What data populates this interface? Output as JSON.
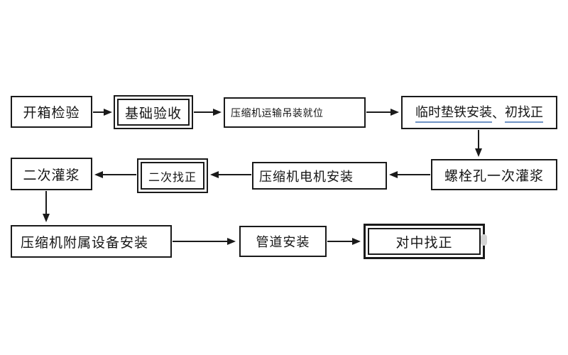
{
  "flowchart": {
    "description_visible_text_only": true,
    "nodes": [
      {
        "id": "unbox-inspection",
        "label": "开箱检验",
        "shape": "single"
      },
      {
        "id": "foundation-acceptance",
        "label": "基础验收",
        "shape": "double"
      },
      {
        "id": "transport-hoisting",
        "label": "压缩机运输吊装就位",
        "shape": "single"
      },
      {
        "id": "temp-pads-initial-align",
        "shape": "single",
        "parts": [
          {
            "text": "临时垫铁安装",
            "underline": true
          },
          {
            "text": "、",
            "underline": false
          },
          {
            "text": "初找正",
            "underline": true
          }
        ]
      },
      {
        "id": "bolt-hole-first-grouting",
        "label": "螺栓孔一次灌浆",
        "shape": "single"
      },
      {
        "id": "motor-installation",
        "label": "压缩机电机安装",
        "shape": "single"
      },
      {
        "id": "secondary-alignment",
        "label": "二次找正",
        "shape": "double"
      },
      {
        "id": "secondary-grouting",
        "label": "二次灌浆",
        "shape": "single"
      },
      {
        "id": "auxiliary-equipment",
        "label": "压缩机附属设备安装",
        "shape": "single"
      },
      {
        "id": "piping-installation",
        "label": "管道安装",
        "shape": "single"
      },
      {
        "id": "centering-alignment",
        "label": "对中找正",
        "shape": "double-thick"
      }
    ],
    "edges": [
      {
        "from": "unbox-inspection",
        "to": "foundation-acceptance",
        "direction": "right"
      },
      {
        "from": "foundation-acceptance",
        "to": "transport-hoisting",
        "direction": "right"
      },
      {
        "from": "transport-hoisting",
        "to": "temp-pads-initial-align",
        "direction": "right"
      },
      {
        "from": "temp-pads-initial-align",
        "to": "bolt-hole-first-grouting",
        "direction": "down"
      },
      {
        "from": "bolt-hole-first-grouting",
        "to": "motor-installation",
        "direction": "left"
      },
      {
        "from": "motor-installation",
        "to": "secondary-alignment",
        "direction": "left"
      },
      {
        "from": "secondary-alignment",
        "to": "secondary-grouting",
        "direction": "left"
      },
      {
        "from": "secondary-grouting",
        "to": "auxiliary-equipment",
        "direction": "down"
      },
      {
        "from": "auxiliary-equipment",
        "to": "piping-installation",
        "direction": "right"
      },
      {
        "from": "piping-installation",
        "to": "centering-alignment",
        "direction": "right"
      }
    ],
    "colors": {
      "background": "#ffffff",
      "border": "#1a1a1a",
      "text": "#161616",
      "underline": "#6f93c4",
      "notch": "#d4d4d4"
    }
  }
}
